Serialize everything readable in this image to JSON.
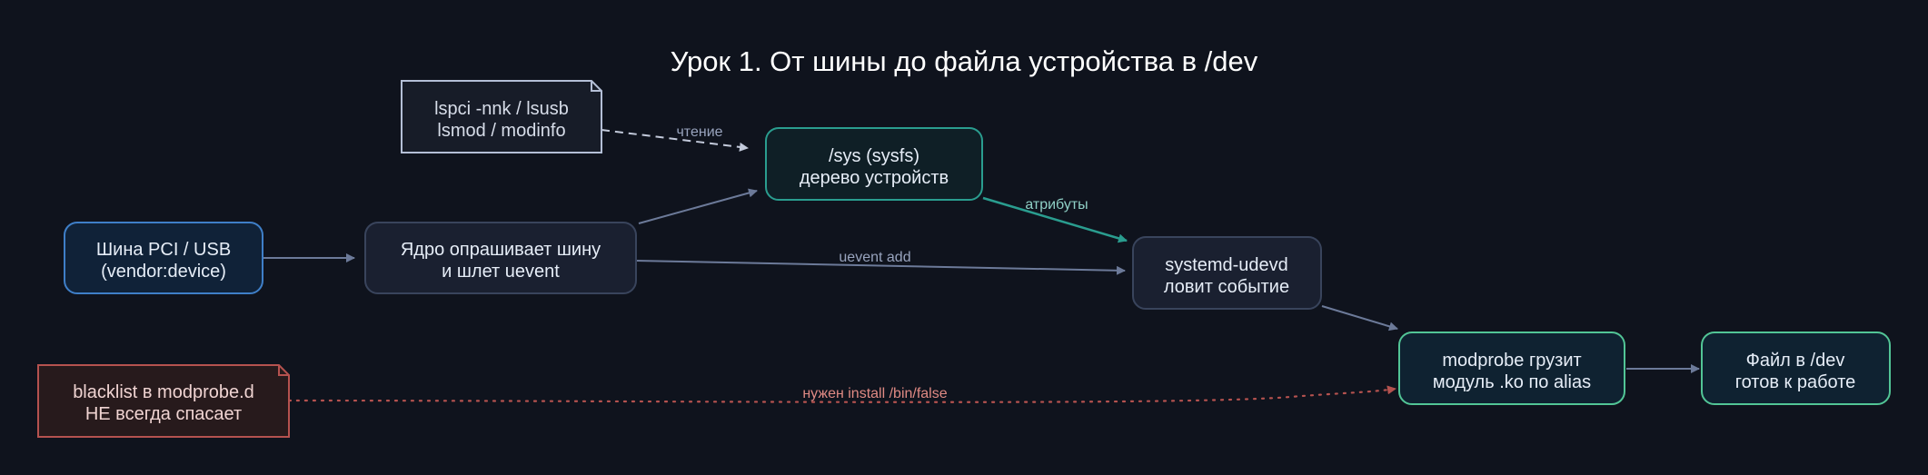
{
  "title": "Урок 1. От шины до файла устройства в /dev",
  "colors": {
    "background": "#0f131d",
    "blue_border": "#3f7fc8",
    "blue_fill": "#102238",
    "teal_border": "#2a9d8f",
    "teal_fill": "#0f1f26",
    "green_border": "#52c596",
    "green_fill": "#0f2231",
    "dark_border": "#39445c",
    "dark_fill": "#1a2030",
    "note_border": "#b4bfd6",
    "note_fill": "#171c28",
    "red_border": "#b5524f",
    "red_fill": "#271a1c",
    "edge_default": "#6c7a99",
    "edge_teal": "#2a9d8f",
    "edge_red": "#b5524f"
  },
  "nodes": {
    "bus": {
      "line1": "Шина PCI / USB",
      "line2": "(vendor:device)"
    },
    "kernel": {
      "line1": "Ядро опрашивает шину",
      "line2": "и шлет uevent"
    },
    "sysfs": {
      "line1": "/sys (sysfs)",
      "line2": "дерево устройств"
    },
    "tools_note": {
      "line1": "lspci -nnk / lsusb",
      "line2": "lsmod / modinfo"
    },
    "udevd": {
      "line1": "systemd-udevd",
      "line2": "ловит событие"
    },
    "modprobe": {
      "line1": "modprobe грузит",
      "line2": "модуль .ko по alias"
    },
    "devfile": {
      "line1": "Файл в /dev",
      "line2": "готов к работе"
    },
    "blacklist_note": {
      "line1": "blacklist в modprobe.d",
      "line2": "НЕ всегда спасает"
    }
  },
  "edges": {
    "reading": "чтение",
    "attributes": "атрибуты",
    "uevent_add": "uevent add",
    "install_false": "нужен install /bin/false"
  }
}
